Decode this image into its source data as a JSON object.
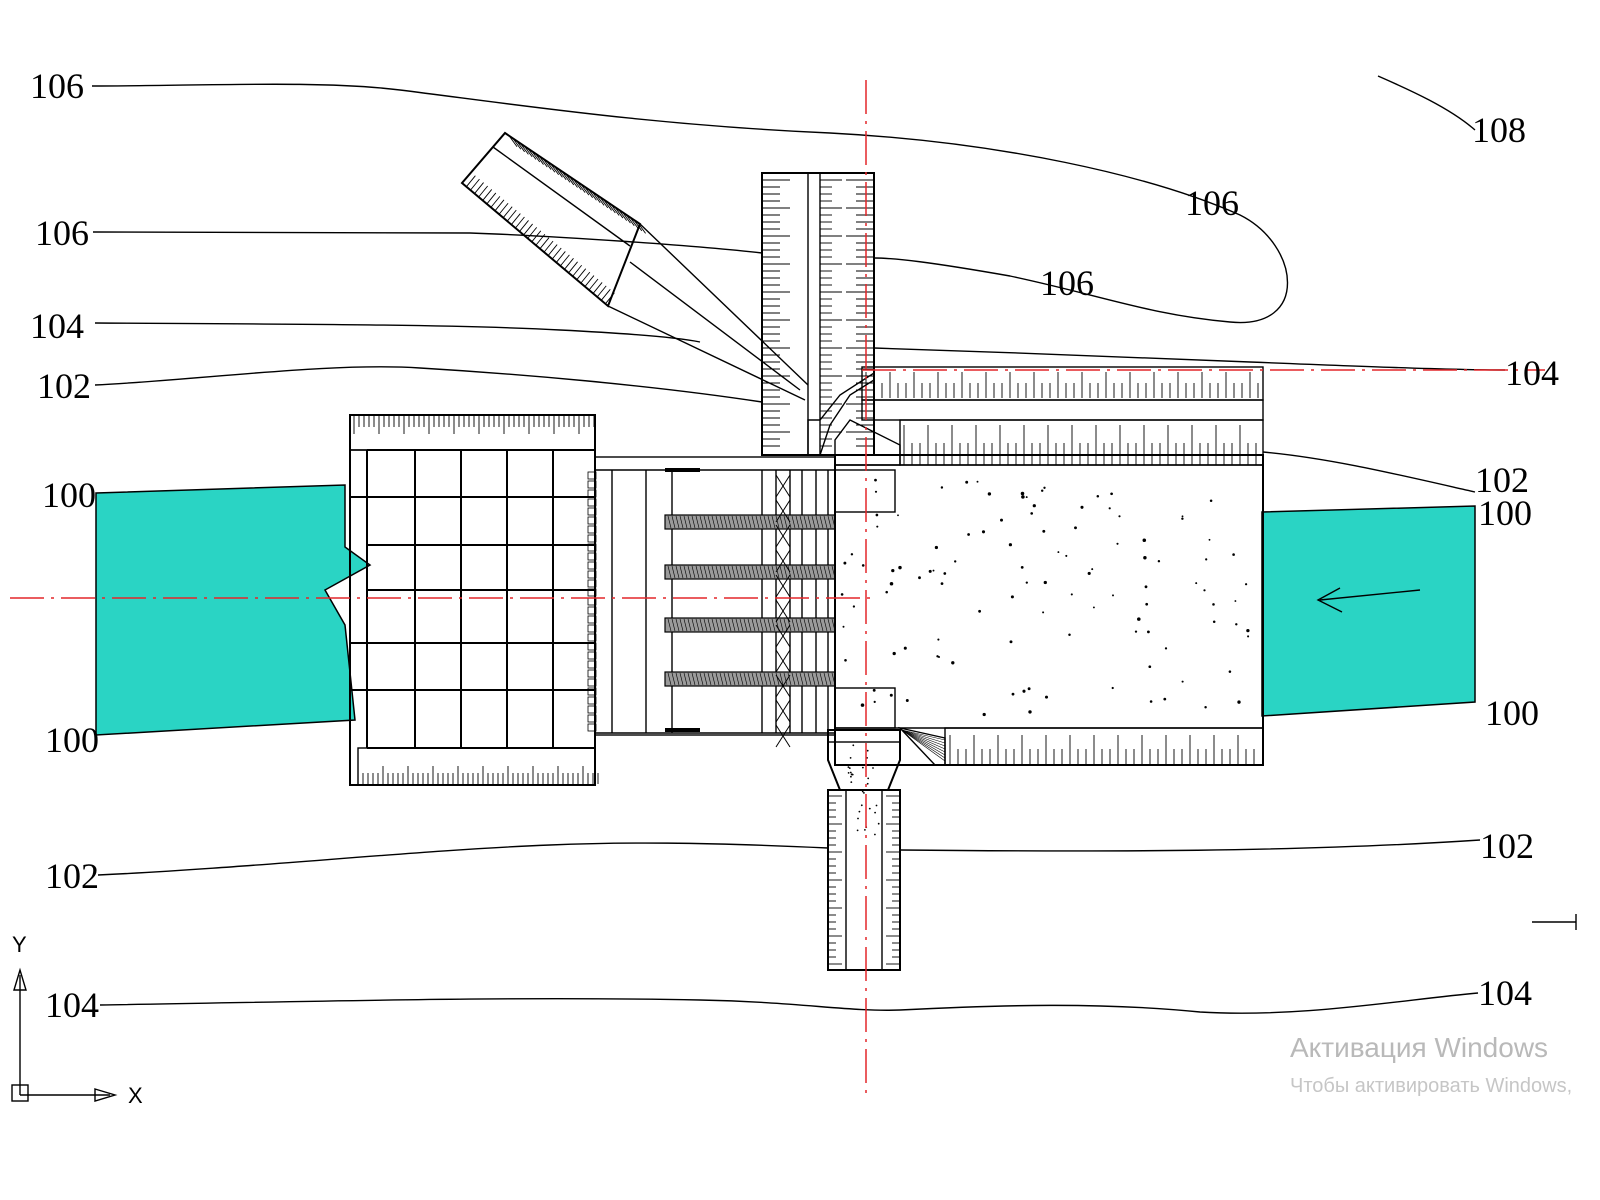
{
  "drawing": {
    "labels": {
      "l106_top": "106",
      "l108": "108",
      "l106_upper_mid": "106",
      "l106_left": "106",
      "l106_mid": "106",
      "l104_left_upper": "104",
      "l104_right_upper": "104",
      "l102_left_upper": "102",
      "l102_right_upper": "102",
      "l100_left_upper": "100",
      "l100_right_upper": "100",
      "l100_left_lower": "100",
      "l100_right_lower": "100",
      "l102_left_lower": "102",
      "l102_right_lower": "102",
      "l104_left_lower": "104",
      "l104_right_lower": "104"
    },
    "axes": {
      "y": "Y",
      "x": "X"
    },
    "colors": {
      "fill": "#2ad4c4",
      "centerline": "#e3262a",
      "line": "#000000"
    },
    "flow_direction": "right-to-left"
  },
  "watermark": {
    "line1": "Активация Windows",
    "line2": "Чтобы активировать Windows,"
  }
}
